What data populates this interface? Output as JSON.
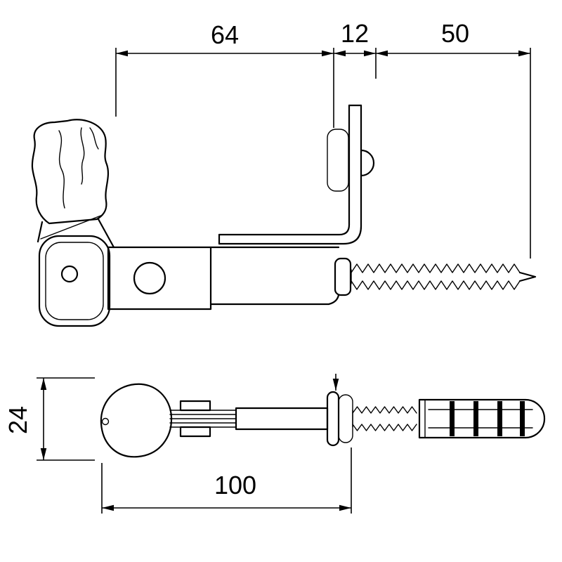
{
  "colors": {
    "background": "#ffffff",
    "line": "#000000"
  },
  "dimensions": {
    "top_left": {
      "label": "64"
    },
    "top_middle": {
      "label": "12"
    },
    "top_right": {
      "label": "50"
    },
    "knob_height": {
      "label": "24"
    },
    "overall_length": {
      "label": "100"
    }
  }
}
